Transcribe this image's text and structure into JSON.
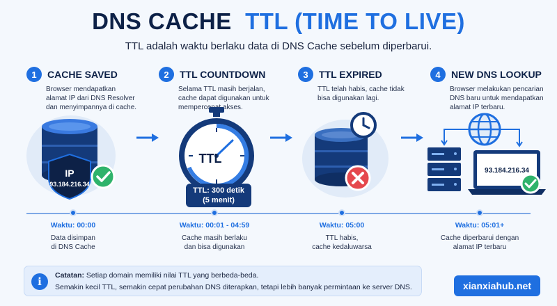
{
  "header": {
    "title_part1": "DNS CACHE",
    "title_part2": "TTL (TIME TO LIVE)",
    "subtitle": "TTL adalah waktu berlaku data di DNS Cache sebelum diperbarui."
  },
  "steps": [
    {
      "number": "1",
      "title": "CACHE SAVED",
      "desc_lines": [
        "Browser mendapatkan",
        "alamat IP dari DNS Resolver",
        "dan menyimpannya di cache."
      ]
    },
    {
      "number": "2",
      "title": "TTL COUNTDOWN",
      "desc_lines": [
        "Selama TTL masih berjalan,",
        "cache dapat digunakan untuk",
        "mempercepat akses."
      ]
    },
    {
      "number": "3",
      "title": "TTL EXPIRED",
      "desc_lines": [
        "TTL telah habis, cache tidak",
        "bisa digunakan lagi."
      ]
    },
    {
      "number": "4",
      "title": "NEW DNS LOOKUP",
      "desc_lines": [
        "Browser melakukan pencarian",
        "DNS baru untuk mendapatkan",
        "alamat IP terbaru."
      ]
    }
  ],
  "illustrations": {
    "shield_label": "IP",
    "shield_ip": "93.184.216.34",
    "timer_label": "TTL",
    "ttl_badge_line1": "TTL: 300 detik",
    "ttl_badge_line2": "(5 menit)",
    "laptop_ip": "93.184.216.34"
  },
  "timeline": [
    {
      "label": "Waktu: 00:00",
      "desc_lines": [
        "Data disimpan",
        "di DNS Cache"
      ]
    },
    {
      "label": "Waktu: 00:01 - 04:59",
      "desc_lines": [
        "Cache masih berlaku",
        "dan bisa digunakan"
      ]
    },
    {
      "label": "Waktu: 05:00",
      "desc_lines": [
        "TTL habis,",
        "cache kedaluwarsa"
      ]
    },
    {
      "label": "Waktu: 05:01+",
      "desc_lines": [
        "Cache diperbarui dengan",
        "alamat IP terbaru"
      ]
    }
  ],
  "note": {
    "icon": "i",
    "label": "Catatan:",
    "line1": " Setiap domain memiliki nilai TTL yang berbeda-beda.",
    "line2": "Semakin kecil TTL, semakin cepat perubahan DNS diterapkan, tetapi lebih banyak permintaan ke server DNS."
  },
  "brand": "xianxiahub.net",
  "colors": {
    "primary": "#1f6fe0",
    "dark": "#0d2147",
    "success": "#2fb36b",
    "danger": "#e5484d",
    "background": "#f4f8fd"
  }
}
